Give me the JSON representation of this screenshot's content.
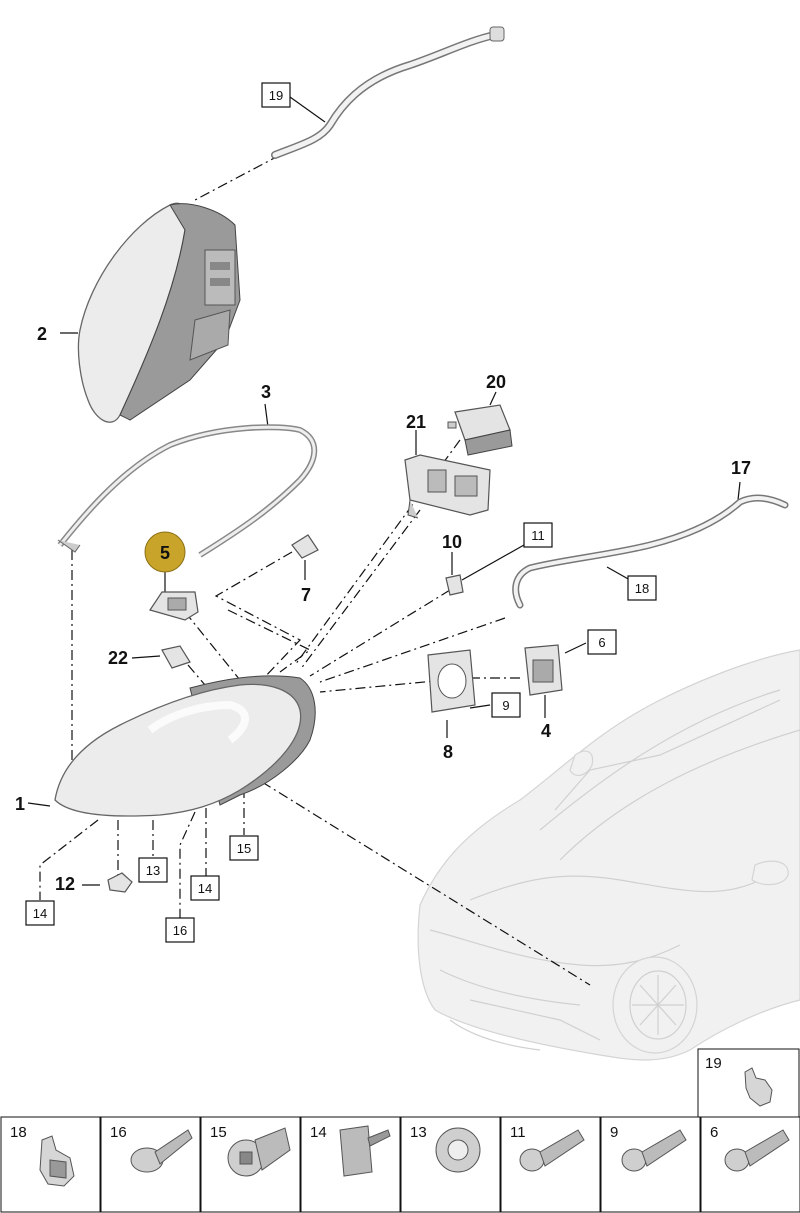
{
  "callouts": {
    "c1": "1",
    "c2": "2",
    "c3": "3",
    "c4": "4",
    "c5": "5",
    "c7": "7",
    "c8": "8",
    "c10": "10",
    "c12": "12",
    "c17": "17",
    "c20": "20",
    "c21": "21",
    "c22": "22"
  },
  "boxed": {
    "b19": "19",
    "b11": "11",
    "b18": "18",
    "b6": "6",
    "b9": "9",
    "b13": "13",
    "b15": "15",
    "b14a": "14",
    "b14b": "14",
    "b16": "16"
  },
  "highlight": {
    "color": "#c8a42a",
    "text_color": "#ffffff"
  },
  "legend": {
    "top_cell": "19",
    "cells": [
      "18",
      "16",
      "15",
      "14",
      "13",
      "11",
      "9",
      "6"
    ]
  }
}
